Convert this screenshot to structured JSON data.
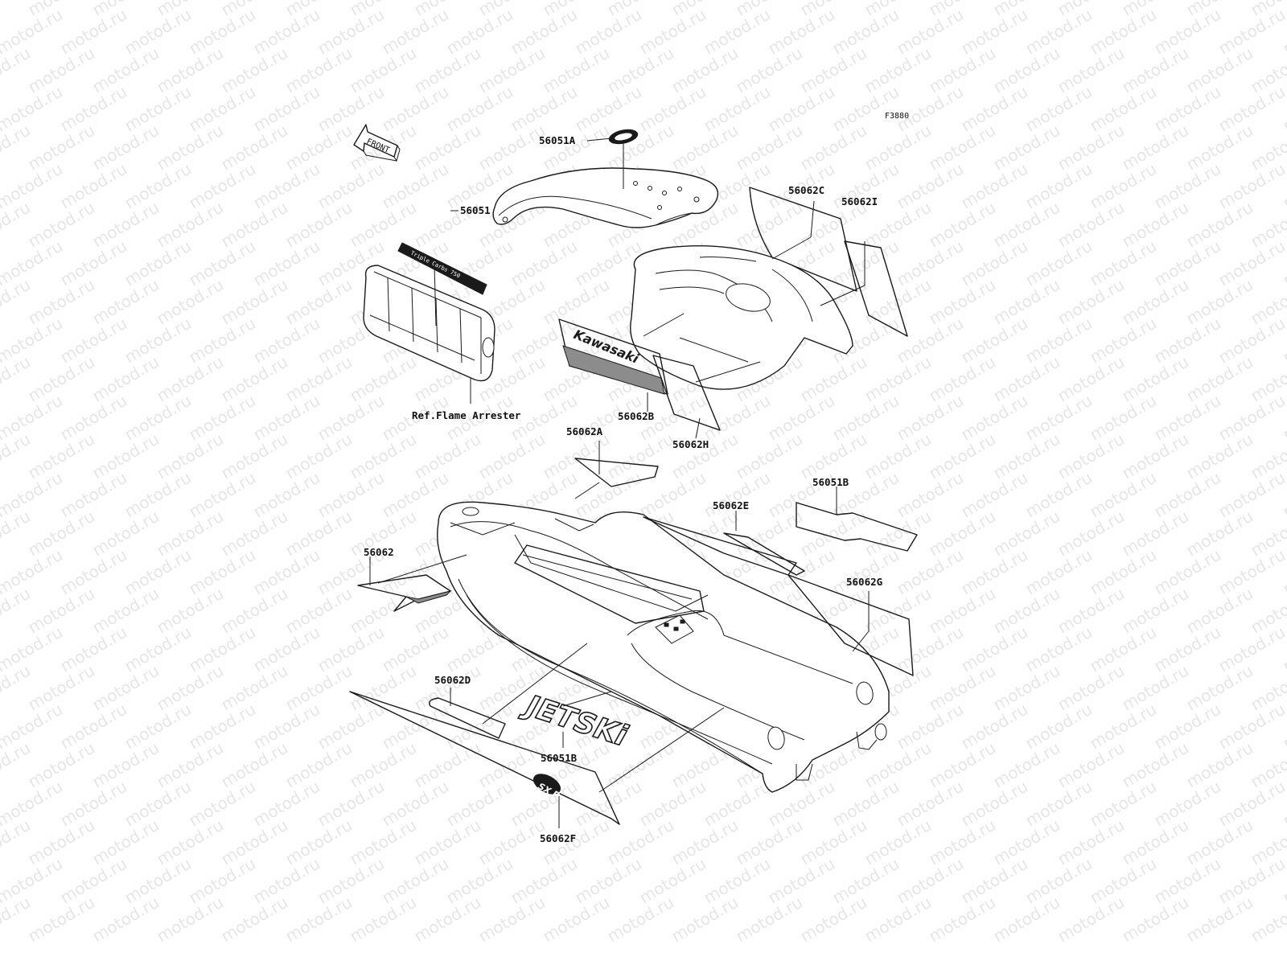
{
  "diagram_code": "F3880",
  "front_arrow_label": "FRONT",
  "watermark_text": "motod.ru",
  "reference_label": "Ref.Flame Arrester",
  "decal_texts": {
    "kawasaki": "Kawasaki",
    "jetski": "JETSKi",
    "sxpro": "SX Pro",
    "flame_arrester_decal": "Triple Carbs 750"
  },
  "parts": [
    {
      "id": "p56051A",
      "number": "56051A"
    },
    {
      "id": "p56051",
      "number": "56051"
    },
    {
      "id": "p56062C",
      "number": "56062C"
    },
    {
      "id": "p56062I",
      "number": "56062I"
    },
    {
      "id": "p56062B",
      "number": "56062B"
    },
    {
      "id": "p56062H",
      "number": "56062H"
    },
    {
      "id": "p56062A",
      "number": "56062A"
    },
    {
      "id": "p56051B_top",
      "number": "56051B"
    },
    {
      "id": "p56062E",
      "number": "56062E"
    },
    {
      "id": "p56062",
      "number": "56062"
    },
    {
      "id": "p56062G",
      "number": "56062G"
    },
    {
      "id": "p56062D",
      "number": "56062D"
    },
    {
      "id": "p56051B_bottom",
      "number": "56051B"
    },
    {
      "id": "p56062F",
      "number": "56062F"
    }
  ],
  "colors": {
    "ink": "#1a1a1a",
    "watermark": "#e6e6e6",
    "decal_grey": "#8c8c8c",
    "background": "#ffffff"
  }
}
